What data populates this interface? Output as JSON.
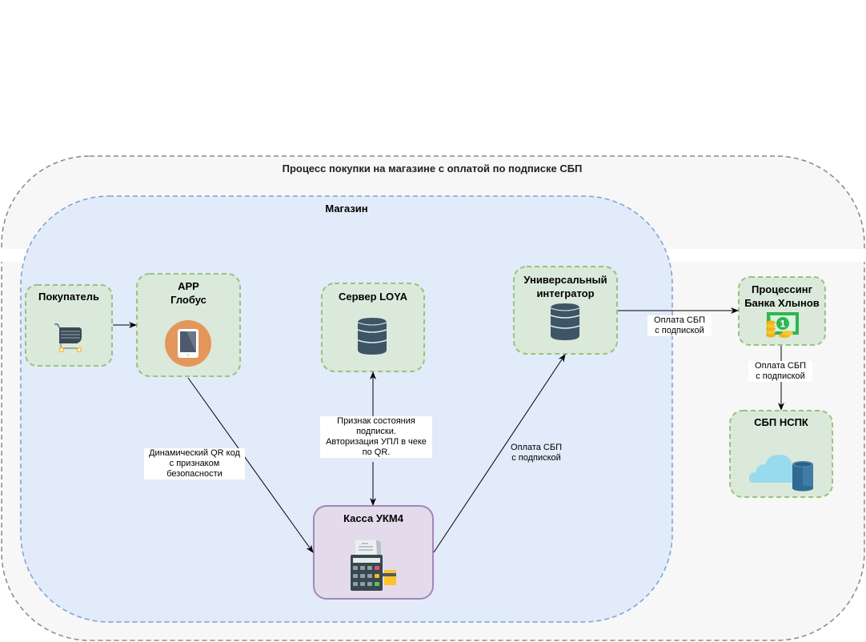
{
  "containers": {
    "outer": {
      "title": "Процесс покупки на магазине с оплатой по подписке СБП"
    },
    "store": {
      "title": "Магазин"
    }
  },
  "nodes": {
    "buyer": {
      "title": "Покупатель",
      "icon": "shopping-cart-icon"
    },
    "app": {
      "title": "APP\nГлобус",
      "icon": "tablet-icon"
    },
    "loya": {
      "title": "Сервер LOYA",
      "icon": "database-icon"
    },
    "integrator": {
      "title": "Универсальный\nинтегратор",
      "icon": "database-icon"
    },
    "processing": {
      "title": "Процессинг\nБанка Хлынов",
      "icon": "money-icon"
    },
    "sbp": {
      "title": "СБП НСПК",
      "icon": "cloud-database-icon"
    },
    "kassa": {
      "title": "Касса УКМ4",
      "icon": "cash-register-icon"
    }
  },
  "edges": {
    "qr": {
      "label": "Динамический QR код\nс признаком\nбезопасности"
    },
    "loya_kassa": {
      "label": "Признак состояния\nподписки.\nАвторизация УПЛ в чеке\nпо QR."
    },
    "kassa_integrator": {
      "label": "Оплата СБП\nс подпиской"
    },
    "integrator_processing": {
      "label": "Оплата СБП\nс подпиской"
    },
    "processing_sbp": {
      "label": "Оплата СБП\nс подпиской"
    }
  },
  "colors": {
    "outer_fill": "#f7f7f7",
    "outer_stroke": "#888888",
    "store_fill": "#e1ebf9",
    "store_stroke": "#7fa1d1",
    "node_fill": "#dbe9da",
    "node_stroke": "#97c37e",
    "kassa_fill": "#e3dbec",
    "kassa_stroke": "#a585b8"
  }
}
